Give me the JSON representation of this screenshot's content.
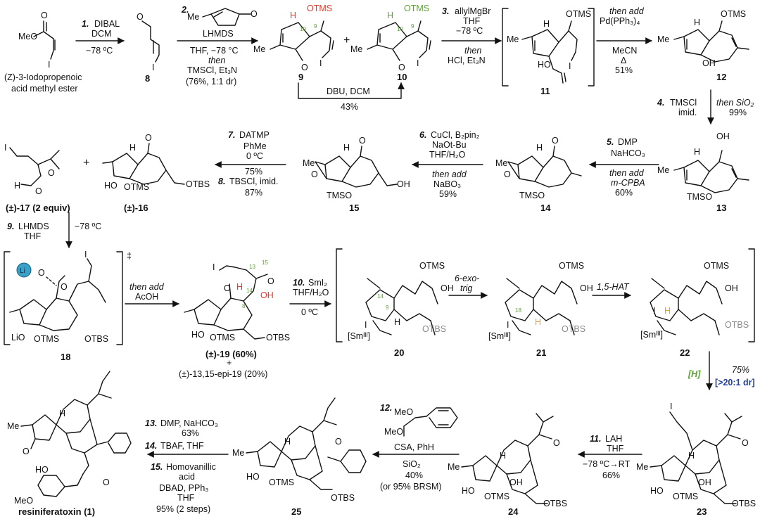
{
  "step1": {
    "num": "1.",
    "r1": "DIBAL",
    "r2": "DCM",
    "r3": "−78 ºC"
  },
  "start": {
    "line1": "(Z)-3-Iodopropenoic",
    "line2": "acid methyl ester",
    "ome": "MeO",
    "o": "O",
    "i": "I"
  },
  "c8": {
    "label": "8",
    "o": "O",
    "i": "I"
  },
  "step2": {
    "num": "2.",
    "r1": "LHMDS",
    "r2": "THF, −78 °C",
    "r3": "then",
    "r4": "TMSCl, Et₃N",
    "r5": "(76%, 1:1 dr)",
    "me": "Me",
    "o": "O"
  },
  "c9": {
    "label": "9",
    "otms": "OTMS",
    "h": "H",
    "n10": "10",
    "n9": "9",
    "me": "Me",
    "o": "O",
    "i": "I"
  },
  "plus1": "+",
  "c10": {
    "label": "10",
    "otms": "OTMS",
    "h": "H",
    "n10": "10",
    "n9": "9",
    "me": "Me",
    "o": "O",
    "i": "I"
  },
  "dbu": {
    "r1": "DBU, DCM",
    "r2": "43%"
  },
  "step3": {
    "num": "3.",
    "r1": "allylMgBr",
    "r2": "THF",
    "r3": "−78 ºC",
    "r4": "then",
    "r5": "HCl, Et₃N"
  },
  "c11": {
    "label": "11",
    "otms": "OTMS",
    "h": "H",
    "ho": "HO",
    "me": "Me",
    "i": "I"
  },
  "then_add1": {
    "r1": "then add",
    "r2": "Pd(PPh₃)₄",
    "r3": "MeCN",
    "r4": "Δ",
    "r5": "51%"
  },
  "c12": {
    "label": "12",
    "otms": "OTMS",
    "h": "H",
    "oh": "OH",
    "me": "Me"
  },
  "step4": {
    "num": "4.",
    "r1": "TMSCl",
    "r2": "imid.",
    "r3": "then SiO₂",
    "r4": "99%"
  },
  "c13": {
    "label": "13",
    "oh": "OH",
    "h": "H",
    "tmso": "TMSO",
    "me": "Me"
  },
  "step5": {
    "num": "5.",
    "r1": "DMP",
    "r2": "NaHCO₃",
    "r3": "then add",
    "r4": "m-CPBA",
    "r5": "60%"
  },
  "c14": {
    "label": "14",
    "o": "O",
    "h": "H",
    "tmso": "TMSO",
    "me": "Me",
    "ep": "O"
  },
  "step6": {
    "num": "6.",
    "r1": "CuCl, B₂pin₂",
    "r2": "NaOt-Bu",
    "r3": "THF/H₂O",
    "r4": "then add",
    "r5": "NaBO₃",
    "r6": "59%"
  },
  "c15": {
    "label": "15",
    "o": "O",
    "h": "H",
    "tmso": "TMSO",
    "me": "Me",
    "oh": "OH",
    "ep": "O"
  },
  "step7": {
    "num": "7.",
    "r1": "DATMP",
    "r2": "PhMe",
    "r3": "0 ºC",
    "r4": "75%",
    "num8": "8.",
    "r5": "TBSCl, imid.",
    "r6": "87%"
  },
  "c16": {
    "label": "(±)-16",
    "o": "O",
    "h": "H",
    "ho": "HO",
    "otms": "OTMS",
    "otbs": "OTBS"
  },
  "plus2": "+",
  "c17": {
    "label": "(±)-17 (2 equiv)",
    "i": "I",
    "h": "H",
    "o": "O",
    "ep": "O"
  },
  "step9": {
    "num": "9.",
    "r1": "LHMDS",
    "r2": "−78 ºC",
    "r3": "THF"
  },
  "ts18": {
    "label": "18",
    "li": "Li",
    "o": "O",
    "lio": "LiO",
    "otms": "OTMS",
    "otbs": "OTBS",
    "i": "I",
    "dagger": "‡"
  },
  "acoh": {
    "r1": "then add",
    "r2": "AcOH"
  },
  "c19": {
    "label": "(±)-19 (60%)",
    "plus": "+",
    "label2": "(±)-13,15-epi-19 (20%)",
    "o": "O",
    "h": "H",
    "oh": "OH",
    "ho": "HO",
    "otms": "OTMS",
    "otbs": "OTBS",
    "i": "I",
    "n13": "13",
    "n15": "15",
    "n14": "14",
    "n8": "8"
  },
  "step10": {
    "num": "10.",
    "r1": "SmI₂",
    "r2": "THF/H₂O",
    "r3": "0 ºC"
  },
  "c20": {
    "label": "20",
    "otms": "OTMS",
    "oh": "OH",
    "sm": "[Smᴵᴵᴵ]",
    "i": "I",
    "h": "H",
    "otbs": "OTBS",
    "n9": "9",
    "n14": "14"
  },
  "exo": {
    "r1": "6-exo-",
    "r2": "trig"
  },
  "c21": {
    "label": "21",
    "otms": "OTMS",
    "oh": "OH",
    "sm": "[Smᴵᴵᴵ]",
    "i": "I",
    "h": "H",
    "otbs": "OTBS",
    "n18": "18"
  },
  "hat": "1,5-HAT",
  "c22": {
    "label": "22",
    "otms": "OTMS",
    "oh": "OH",
    "sm": "[Smᴵᴵᴵ]",
    "i": "I",
    "h": "H",
    "otbs": "OTBS"
  },
  "h_step": {
    "r1": "[H]",
    "r2": "75%",
    "r3": "[>20:1 dr]"
  },
  "c23": {
    "label": "23",
    "i": "I",
    "me": "Me",
    "h": "H",
    "oh": "OH",
    "ho": "HO",
    "otms": "OTMS",
    "otbs": "OTBS",
    "o": "O"
  },
  "step11": {
    "num": "11.",
    "r1": "LAH",
    "r2": "THF",
    "r3": "−78 ºC→RT",
    "r4": "66%"
  },
  "c24": {
    "label": "24",
    "me": "Me",
    "h": "H",
    "oh": "OH",
    "ho": "HO",
    "otms": "OTMS",
    "otbs": "OTBS",
    "o": "O"
  },
  "step12": {
    "num": "12.",
    "ome1": "MeO",
    "ome2": "MeO",
    "r1": "CSA, PhH",
    "r2": "SiO₂",
    "r3": "40%",
    "r4": "(or 95% BRSM)"
  },
  "c25": {
    "label": "25",
    "me": "Me",
    "h": "H",
    "ho": "HO",
    "otms": "OTMS",
    "otbs": "OTBS",
    "o": "O"
  },
  "step13": {
    "num13": "13.",
    "r1": "DMP, NaHCO₃",
    "r2": "63%",
    "num14": "14.",
    "r3": "TBAF, THF",
    "num15": "15.",
    "r4": "Homovanillic",
    "r5": "acid",
    "r6": "DBAD, PPh₃",
    "r7": "THF",
    "r8": "95% (2 steps)"
  },
  "c1": {
    "label": "resiniferatoxin (1)",
    "me": "Me",
    "h": "H",
    "o": "O",
    "ho": "HO",
    "meo": "MeO",
    "oo": "O"
  }
}
